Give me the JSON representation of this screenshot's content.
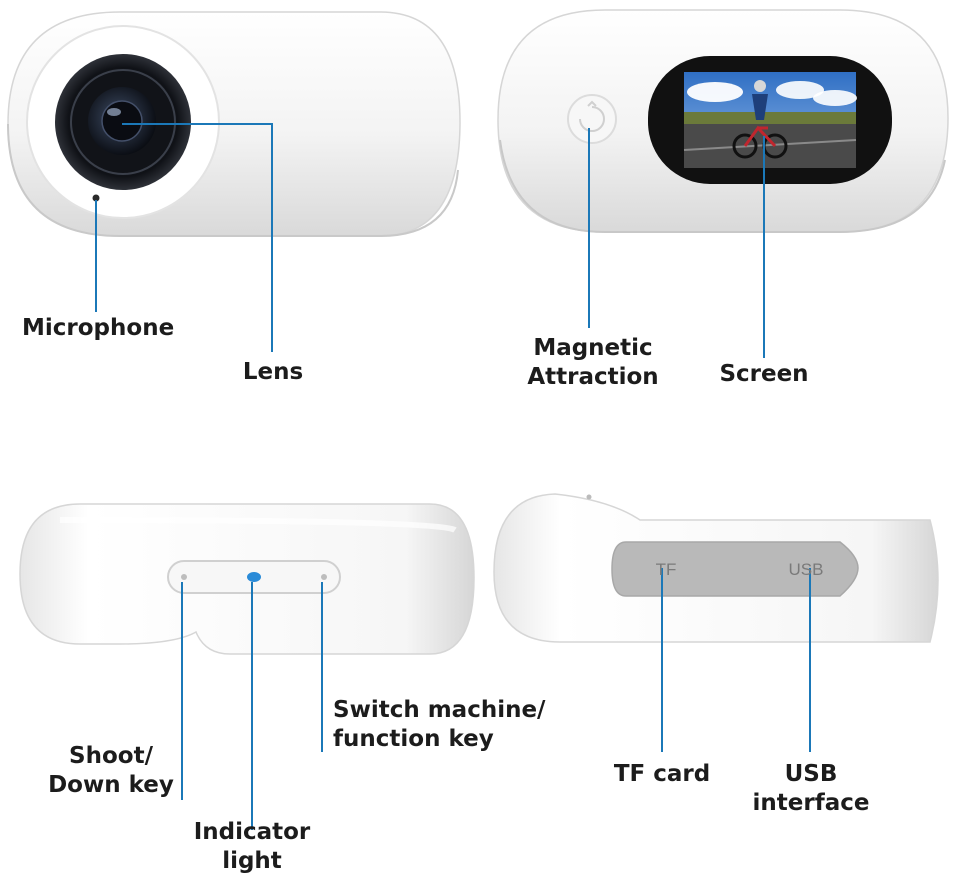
{
  "callouts": {
    "microphone": "Microphone",
    "lens": "Lens",
    "magnetic_line1": "Magnetic",
    "magnetic_line2": "Attraction",
    "screen": "Screen",
    "shoot_line1": "Shoot/",
    "shoot_line2": "Down key",
    "indicator_line1": "Indicator",
    "indicator_line2": "light",
    "switch_line1": "Switch machine/",
    "switch_line2": "function key",
    "tf_card": "TF card",
    "usb_line1": "USB",
    "usb_line2": "interface"
  },
  "port_cover": {
    "tf": "TF",
    "usb": "USB"
  },
  "colors": {
    "leader_line": "#1b78b8",
    "body_white": "#f4f4f4",
    "label_text": "#1c1c1c",
    "indicator_led": "#2a8bd8",
    "port_cover": "#b9b9b9"
  }
}
